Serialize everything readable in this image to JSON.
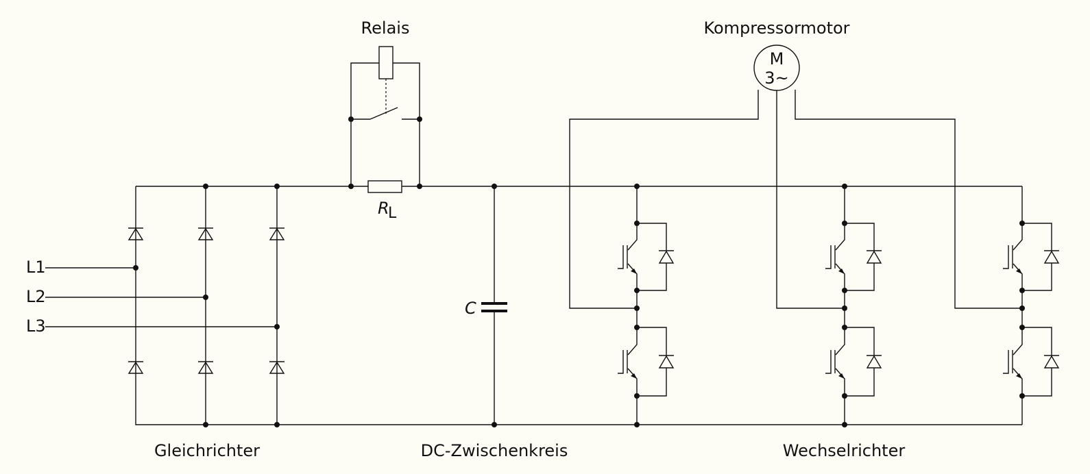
{
  "labels": {
    "relais": "Relais",
    "motor_title": "Kompressormotor",
    "motor_line1": "M",
    "motor_line2": "3~",
    "resistor_main": "R",
    "resistor_sub": "L",
    "capacitor": "C",
    "phase_l1": "L1",
    "phase_l2": "L2",
    "phase_l3": "L3",
    "rectifier": "Gleichrichter",
    "dc_link": "DC-Zwischenkreis",
    "inverter": "Wechselrichter"
  },
  "colors": {
    "background": "#fdfcf5",
    "line": "#111111"
  }
}
